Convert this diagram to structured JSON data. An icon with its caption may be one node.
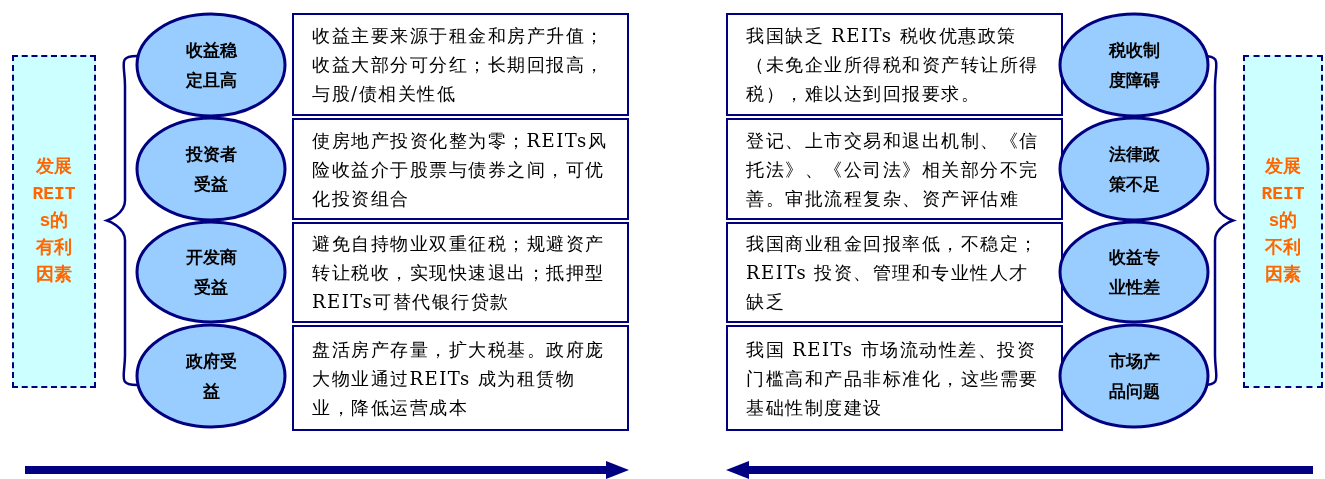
{
  "diagram": {
    "nodes": [
      {
        "text": [
          "发展REITs的有利因素"
        ]
      },
      {
        "text": [
          "收益稳定且高"
        ]
      },
      {
        "text": [
          "收益主要来源于租金和房产升值；收益大部分可分红；长期回报高，与股/债相关性低"
        ]
      },
      {
        "text": [
          "投资者受益"
        ]
      },
      {
        "text": [
          "使房地产投资化整为零；REITs风险收益介于股票与债券之间，可优化投资组合"
        ]
      },
      {
        "text": [
          "开发商受益"
        ]
      },
      {
        "text": [
          "避免自持物业双重征税；规避资产转让税收，实现快速退出；抵押型REITs可替代银行贷款"
        ]
      },
      {
        "text": [
          "政府受益"
        ]
      },
      {
        "text": [
          "盘活房产存量，扩大税基。政府庞大物业通过REITs 成为租赁物业，降低运营成本"
        ]
      },
      {
        "text": [
          "我国缺乏 REITs 税收优惠政策（未免企业所得税和资产转让所得税），难以达到回报要求。"
        ]
      },
      {
        "text": [
          "税收制度障碍"
        ]
      },
      {
        "text": [
          "登记、上市交易和退出机制、《信托法》、《公司法》相关部分不完善。审批流程复杂、资产评估难"
        ]
      },
      {
        "text": [
          "法律政策不足"
        ]
      },
      {
        "text": [
          "我国商业租金回报率低，不稳定；REITs 投资、管理和专业性人才缺乏"
        ]
      },
      {
        "text": [
          "收益专业性差"
        ]
      },
      {
        "text": [
          "我国 REITs 市场流动性差、投资门槛高和产品非标准化，这些需要基础性制度建设"
        ]
      },
      {
        "text": [
          "市场产品问题"
        ]
      },
      {
        "text": [
          "发展REITs的不利因素"
        ]
      }
    ]
  }
}
